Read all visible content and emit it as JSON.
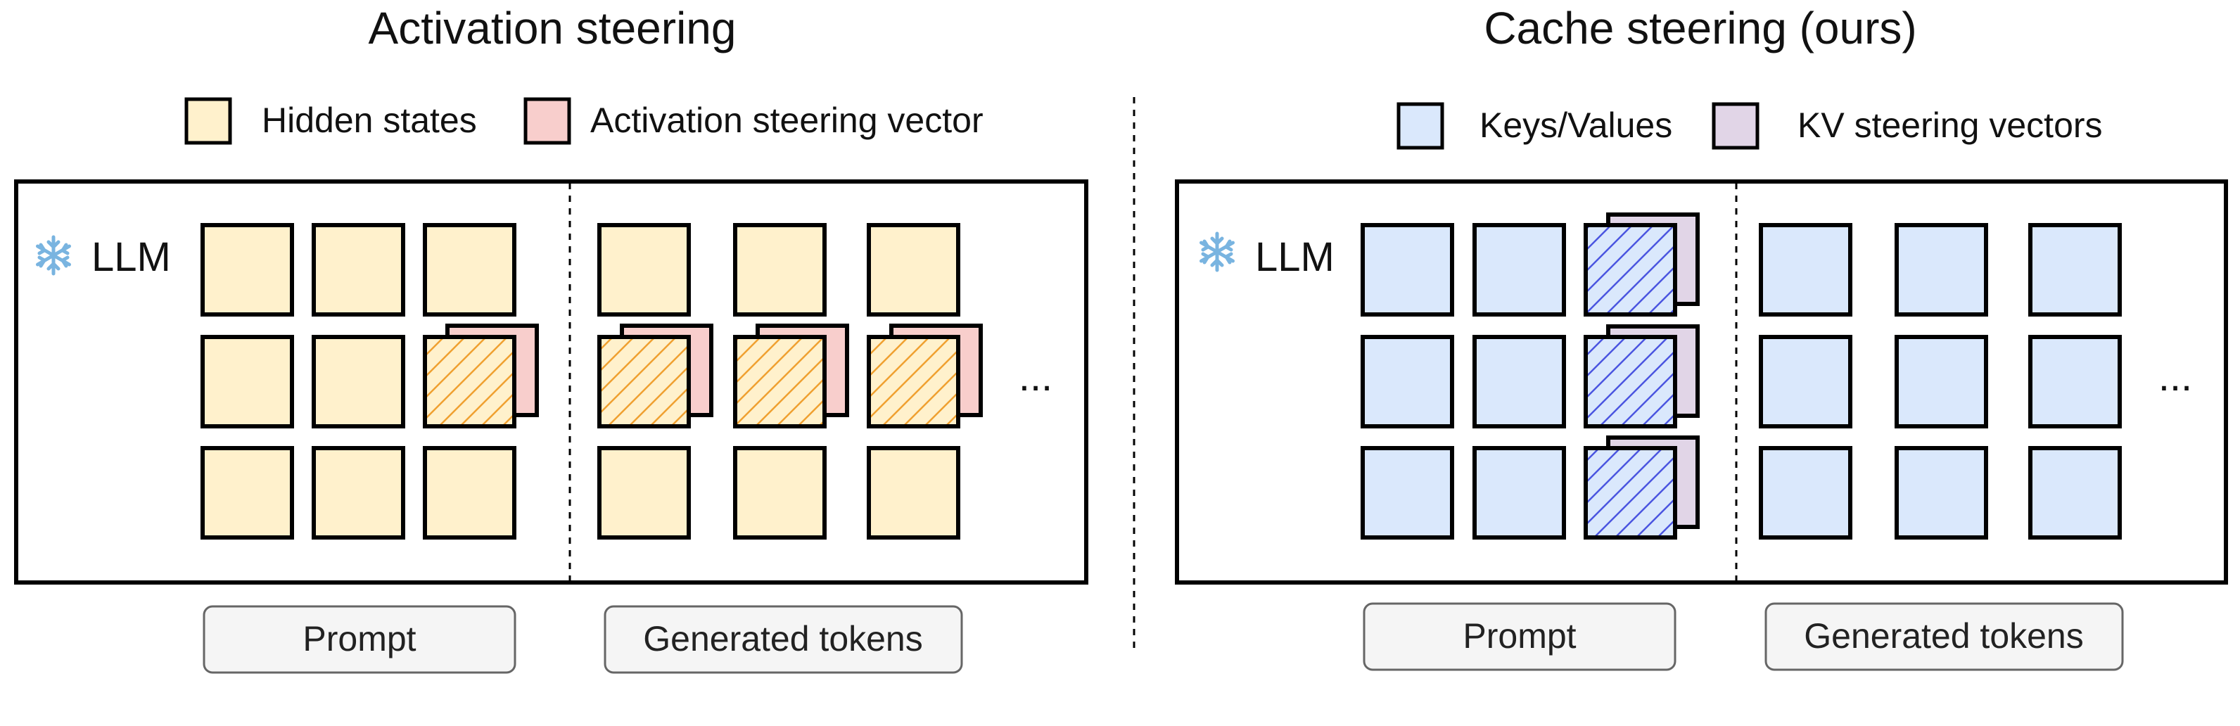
{
  "colors": {
    "hidden_state_fill": "#fff1cc",
    "activation_vector_fill": "#f8cecc",
    "activation_hatch": "#f0a030",
    "kv_fill": "#dae8fc",
    "kv_vector_fill": "#e1d5e7",
    "kv_hatch": "#4a55e0",
    "stroke": "#000000",
    "button_fill": "#f5f5f5",
    "button_stroke": "#666666",
    "snowflake": "#79b4e0"
  },
  "icons": {
    "frozen": "snowflake-icon"
  },
  "left": {
    "title": "Activation steering",
    "legend": [
      {
        "label": "Hidden states",
        "swatch": "hidden_state_fill"
      },
      {
        "label": "Activation steering vector",
        "swatch": "activation_vector_fill"
      }
    ],
    "model_label": "LLM",
    "ellipsis": "...",
    "prompt_button": "Prompt",
    "generated_button": "Generated tokens"
  },
  "right": {
    "title": "Cache steering (ours)",
    "legend": [
      {
        "label": "Keys/Values",
        "swatch": "kv_fill"
      },
      {
        "label": "KV steering vectors",
        "swatch": "kv_vector_fill"
      }
    ],
    "model_label": "LLM",
    "ellipsis": "...",
    "prompt_button": "Prompt",
    "generated_button": "Generated tokens"
  }
}
